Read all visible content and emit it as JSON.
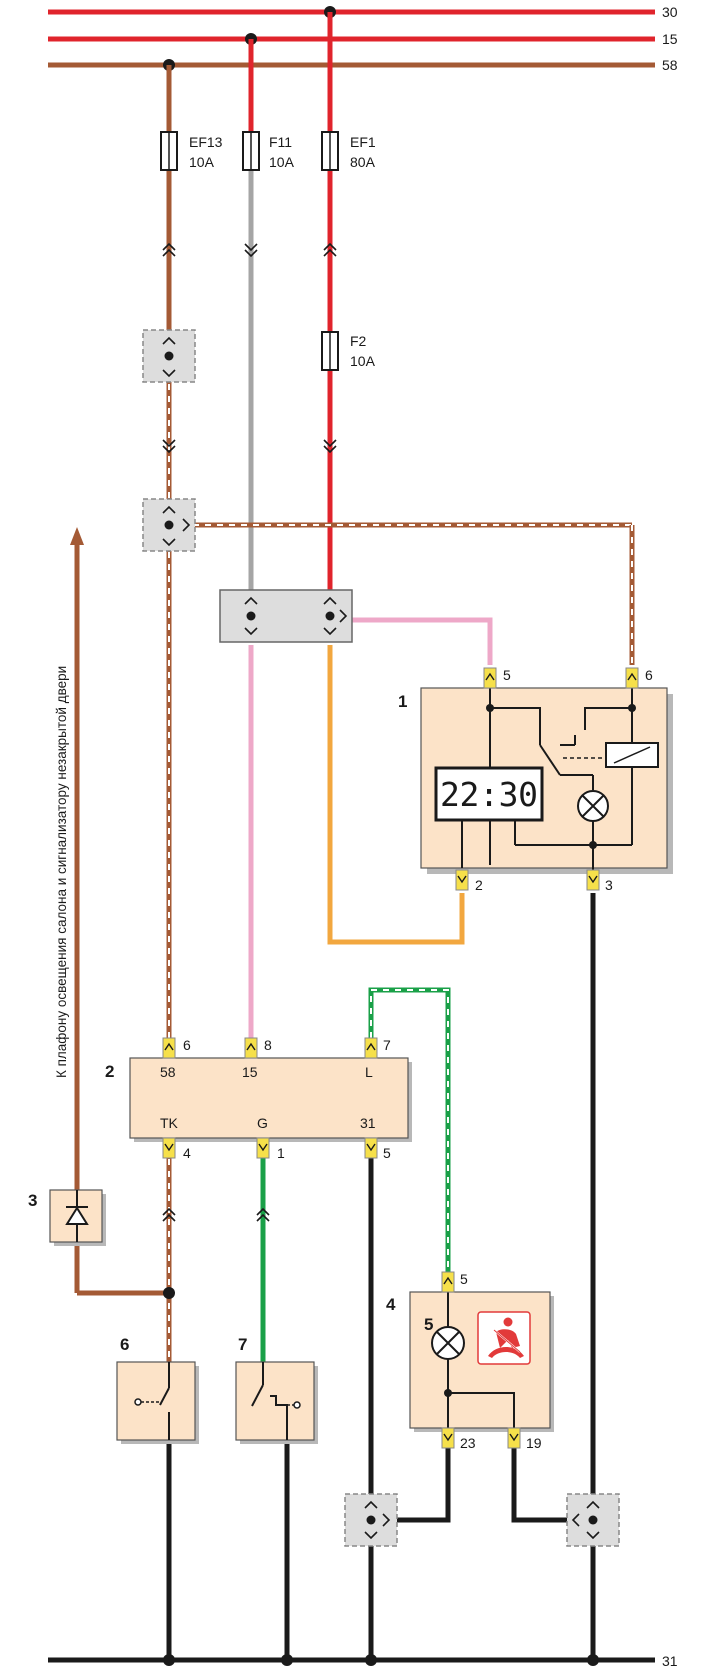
{
  "bus_labels": {
    "bus30": "30",
    "bus15": "15",
    "bus58": "58",
    "bus31": "31"
  },
  "fuses": {
    "ef13": {
      "name": "EF13",
      "rating": "10A"
    },
    "f11": {
      "name": "F11",
      "rating": "10A"
    },
    "ef1": {
      "name": "EF1",
      "rating": "80A"
    },
    "f2": {
      "name": "F2",
      "rating": "10A"
    }
  },
  "components": {
    "c1": {
      "num": "1",
      "clock_display": "22:30",
      "pins": {
        "p5": "5",
        "p6": "6",
        "p2": "2",
        "p3": "3"
      }
    },
    "c2": {
      "num": "2",
      "pins": {
        "p6": "6",
        "p8": "8",
        "p7": "7",
        "p4": "4",
        "p1": "1",
        "p5": "5"
      },
      "terminals": {
        "t58": "58",
        "t15": "15",
        "tL": "L",
        "tTK": "TK",
        "tG": "G",
        "t31": "31"
      }
    },
    "c3": {
      "num": "3"
    },
    "c4": {
      "num": "4",
      "pins": {
        "p5": "5",
        "p23": "23",
        "p19": "19"
      }
    },
    "c5": {
      "num": "5"
    },
    "c6": {
      "num": "6"
    },
    "c7": {
      "num": "7"
    }
  },
  "side_note": "К плафону освещения салона и сигнализатору незакрытой двери",
  "colors": {
    "red": "#e0242c",
    "brown": "#a45a35",
    "gray": "#a5a5a5",
    "pink": "#eea8c8",
    "orange": "#f2a73f",
    "green": "#1aa048",
    "black": "#1a1a1a",
    "box_fill": "#fce3c8",
    "connector_fill": "#dddddd",
    "connector_pin": "#f6e04a",
    "warning_red": "#e23a3a"
  }
}
